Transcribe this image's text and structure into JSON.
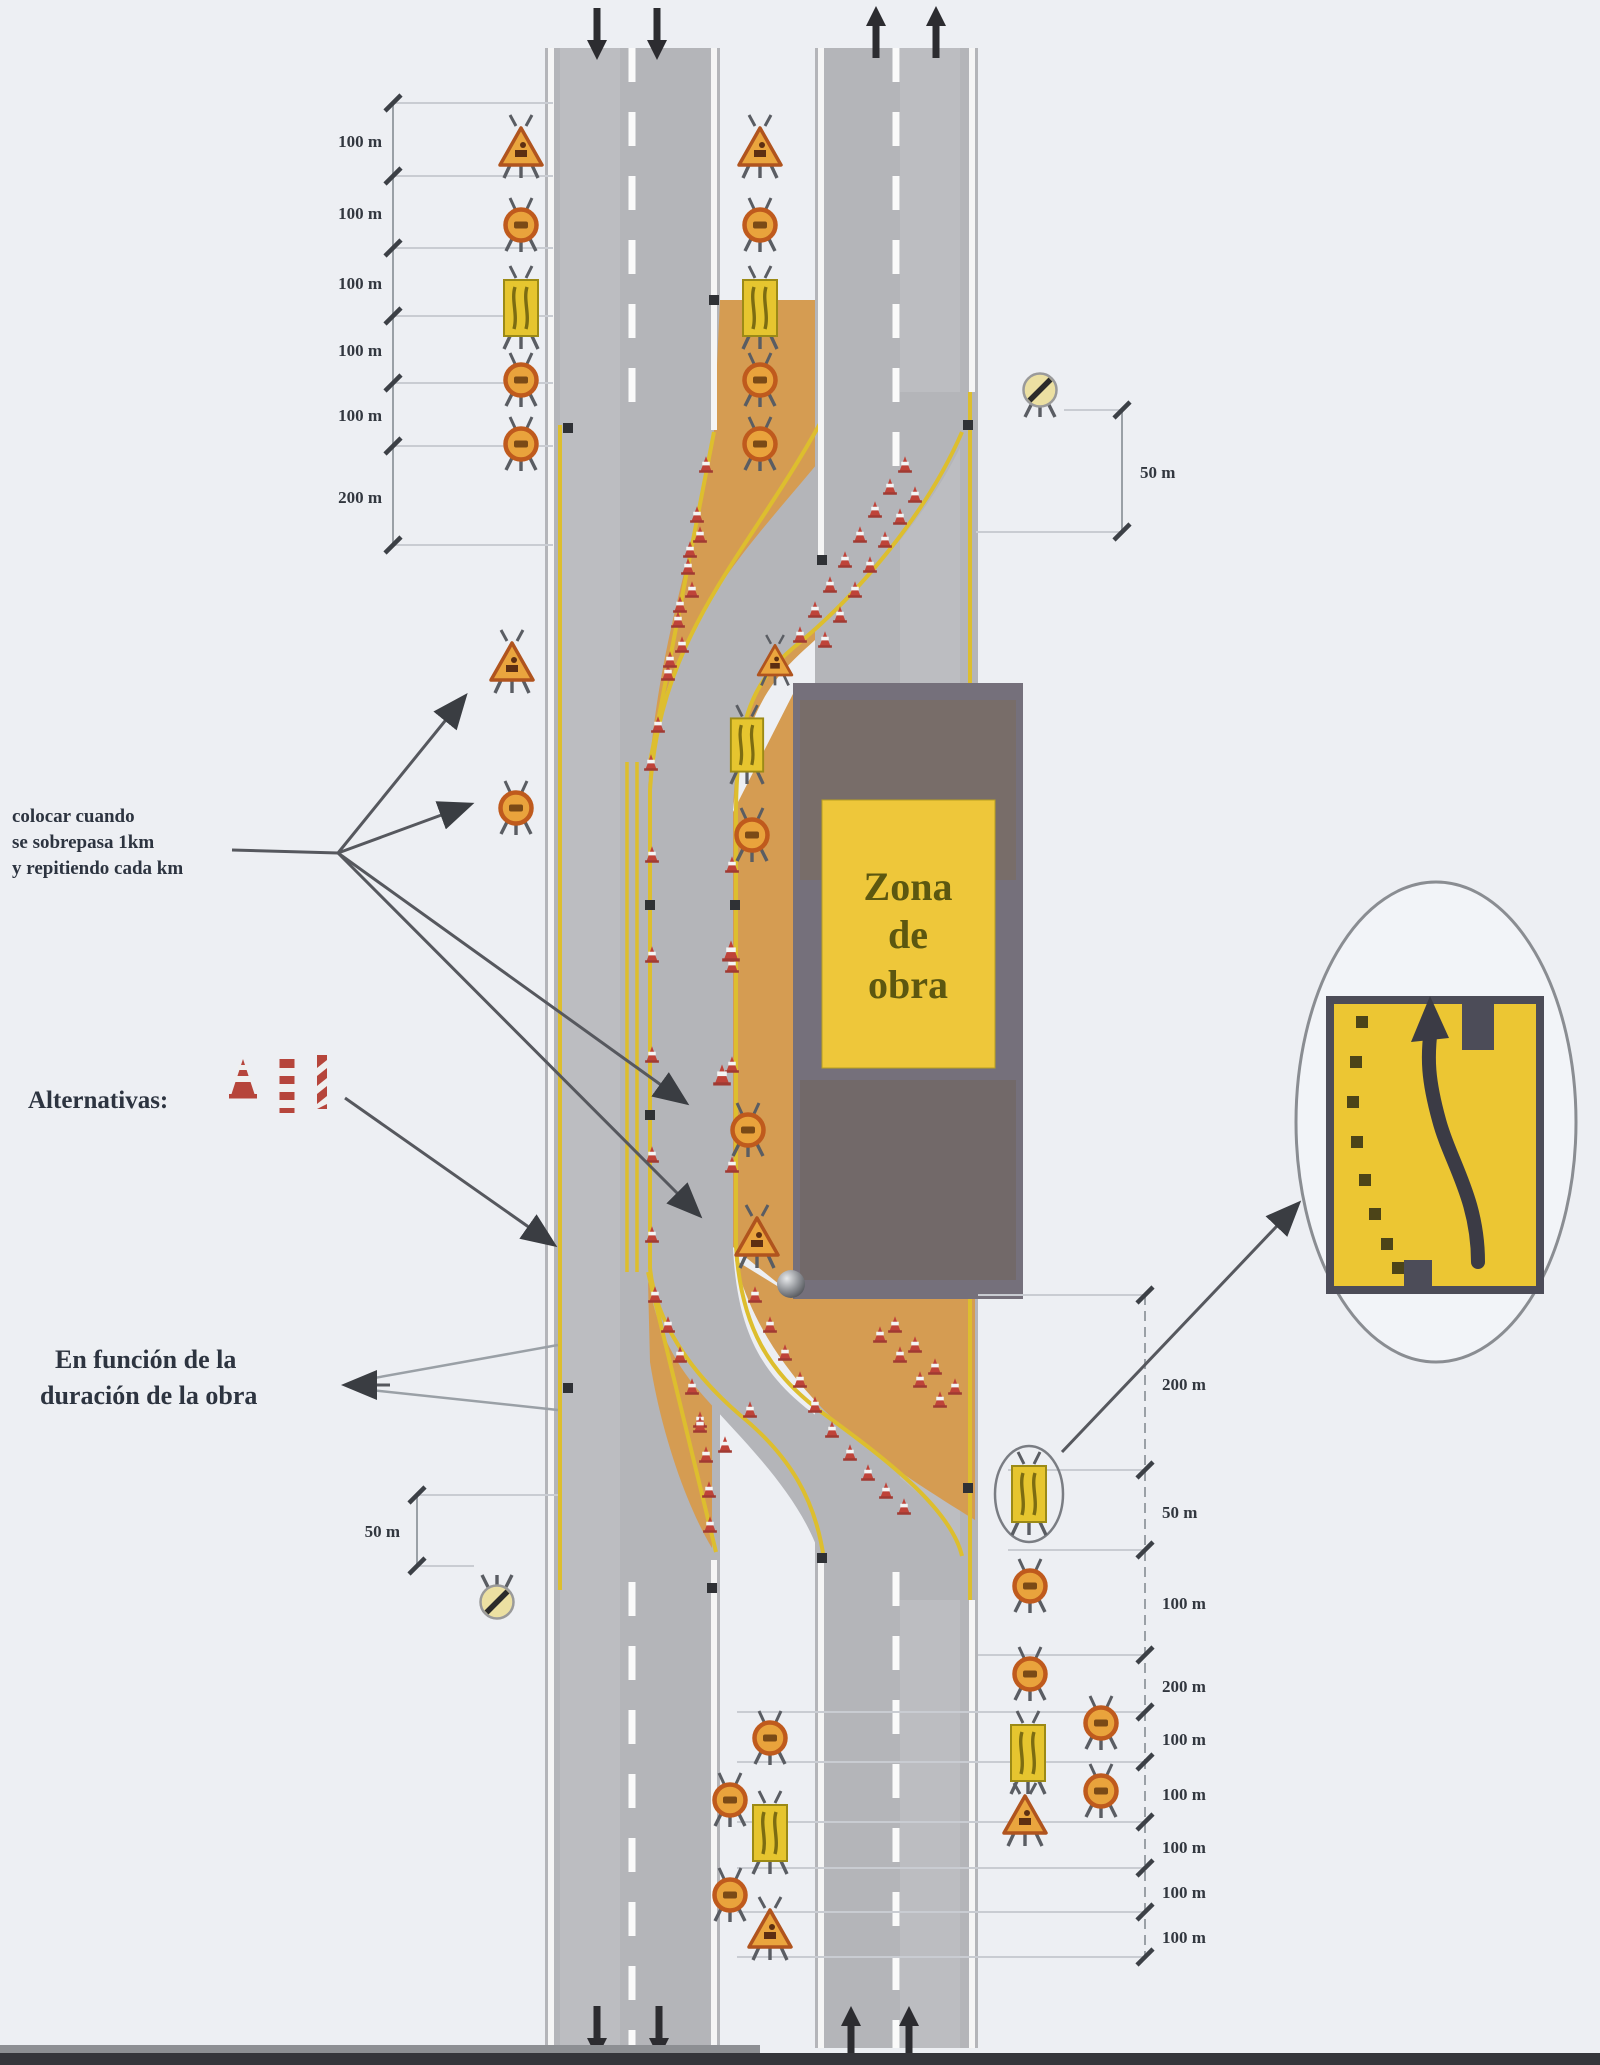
{
  "annotations": {
    "colocar_line1": "colocar cuando",
    "colocar_line2": "se sobrepasa  1km",
    "colocar_line3": "y repitiendo  cada km",
    "alternativas_label": "Alternativas:",
    "en_funcion_line1": "En función de la",
    "en_funcion_line2": "duración de la obra"
  },
  "work_zone": {
    "label_line1": "Zona",
    "label_line2": "de",
    "label_line3": "obra"
  },
  "dimensions": {
    "top_left": {
      "labels": [
        "100 m",
        "100 m",
        "100 m",
        "100 m",
        "100 m",
        "200 m"
      ]
    },
    "top_right": {
      "label": "50 m"
    },
    "bottom_left": {
      "label": "50 m"
    },
    "bottom_right": {
      "labels": [
        "200 m",
        "50 m",
        "100 m",
        "200 m",
        "100 m",
        "100 m",
        "100 m",
        "100 m",
        "100 m"
      ]
    }
  },
  "icons": {
    "works_triangle": "road-works-warning-triangle",
    "speed_circle": "speed-limit-circle-sign",
    "lane_panel": "lane-shift-yellow-panel-sign",
    "end_restrictions": "end-of-restrictions-slash-circle-sign",
    "cone": "traffic-cone",
    "beacon": "beacon-ball",
    "detail_panel": "lane-shift-detail-panel"
  },
  "colors": {
    "background": "#edeff3",
    "road": "#b4b5b9",
    "closed_area": "#d59c52",
    "work_zone_box": "#75707b",
    "work_zone_panel": "#eec73a",
    "lane_yellow": "#ddbe2e",
    "sign_orange": "#e9a33c",
    "cone_red": "#bf4339",
    "annotation_ink": "#2d3440"
  }
}
